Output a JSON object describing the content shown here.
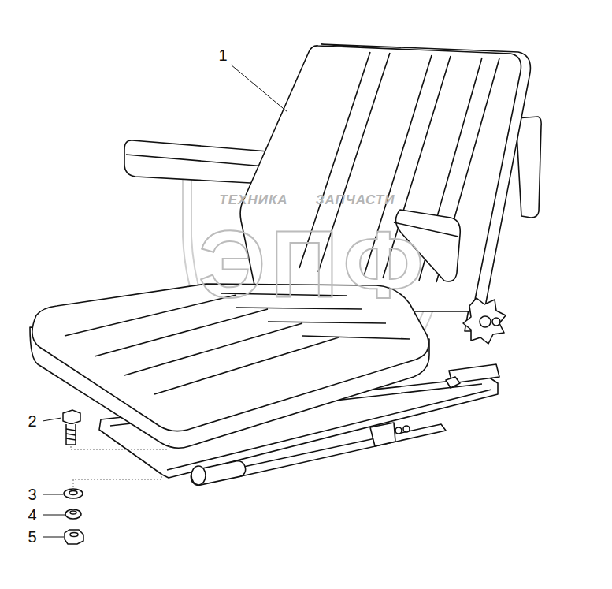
{
  "diagram": {
    "labels": [
      "1",
      "2",
      "3",
      "4",
      "5",
      "ТЕХНИКА",
      "ЗАПЧАСТИ",
      "ЭПФ"
    ]
  }
}
